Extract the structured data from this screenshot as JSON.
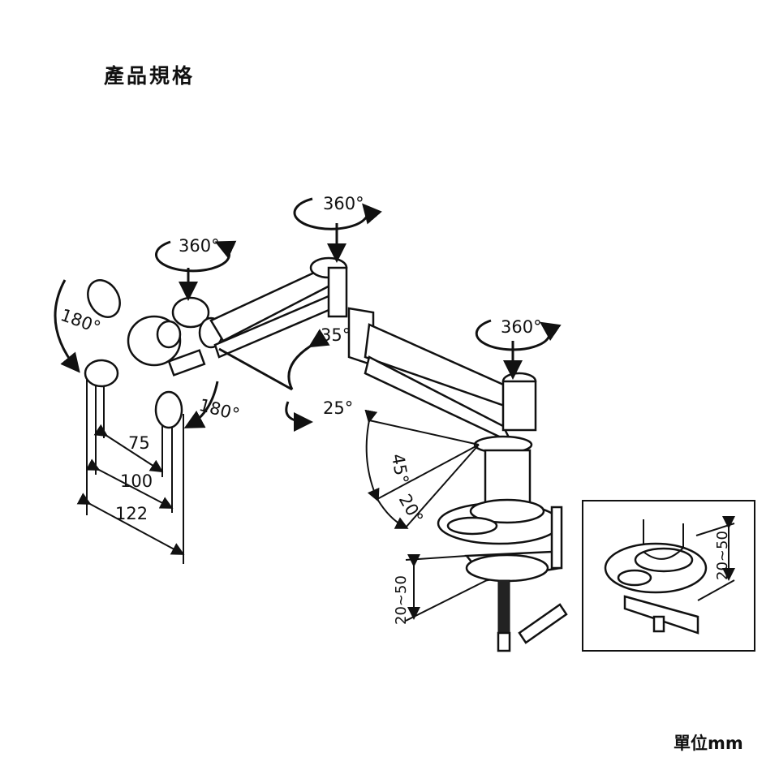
{
  "header": {
    "title": "產品規格"
  },
  "footer": {
    "unit": "單位mm"
  },
  "labels": {
    "rotate_head": "360°",
    "rotate_elbow": "360°",
    "rotate_base": "360°",
    "tilt_left": "180°",
    "tilt_bottom": "180°",
    "tilt_up": "35°",
    "tilt_down": "25°",
    "arm_up": "45°",
    "arm_down": "20°",
    "vesa_75": "75",
    "vesa_100": "100",
    "vesa_122": "122",
    "clamp_range": "20~50",
    "inset_clamp_range": "20~50"
  }
}
